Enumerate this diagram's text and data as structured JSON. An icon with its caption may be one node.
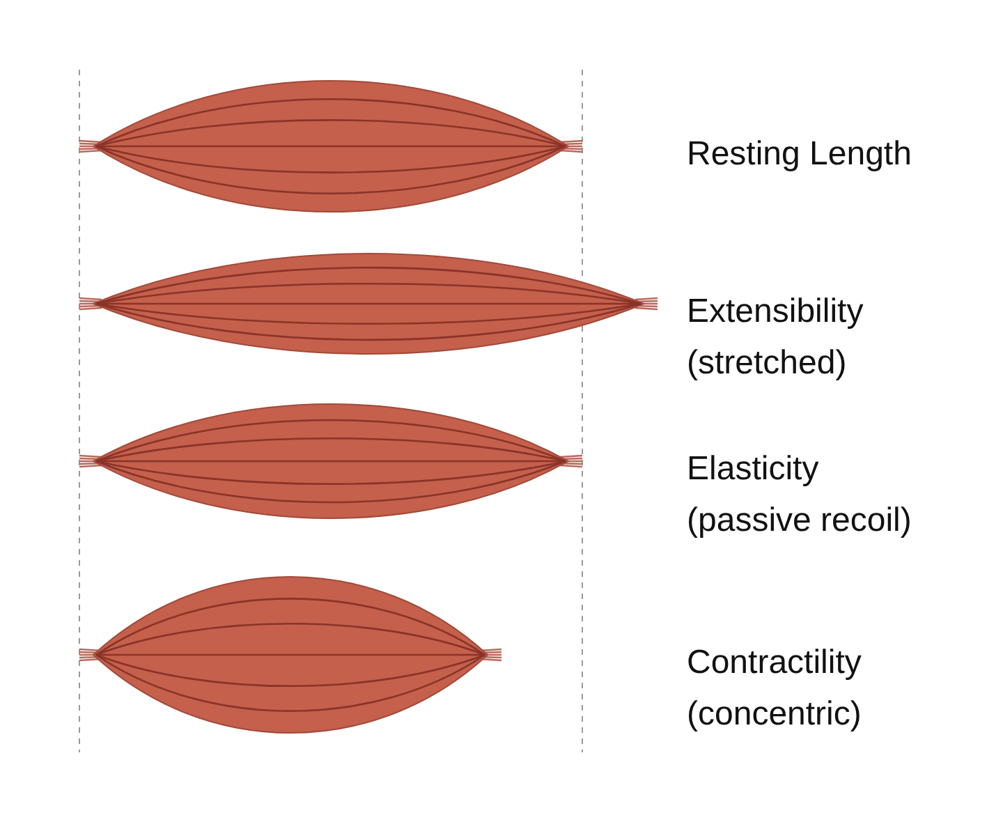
{
  "diagram": {
    "nodes": [
      {
        "text": [],
        "shape": "picture",
        "beside": [
          "Resting Length"
        ]
      },
      {
        "text": [],
        "shape": "picture",
        "beside": [
          "Extensibility",
          "(stretched)"
        ]
      },
      {
        "text": [],
        "shape": "picture",
        "beside": [
          "Elasticity",
          "(passive recoil)"
        ]
      },
      {
        "text": [],
        "shape": "picture",
        "beside": [
          "Contractility",
          "(concentric)"
        ]
      }
    ]
  }
}
